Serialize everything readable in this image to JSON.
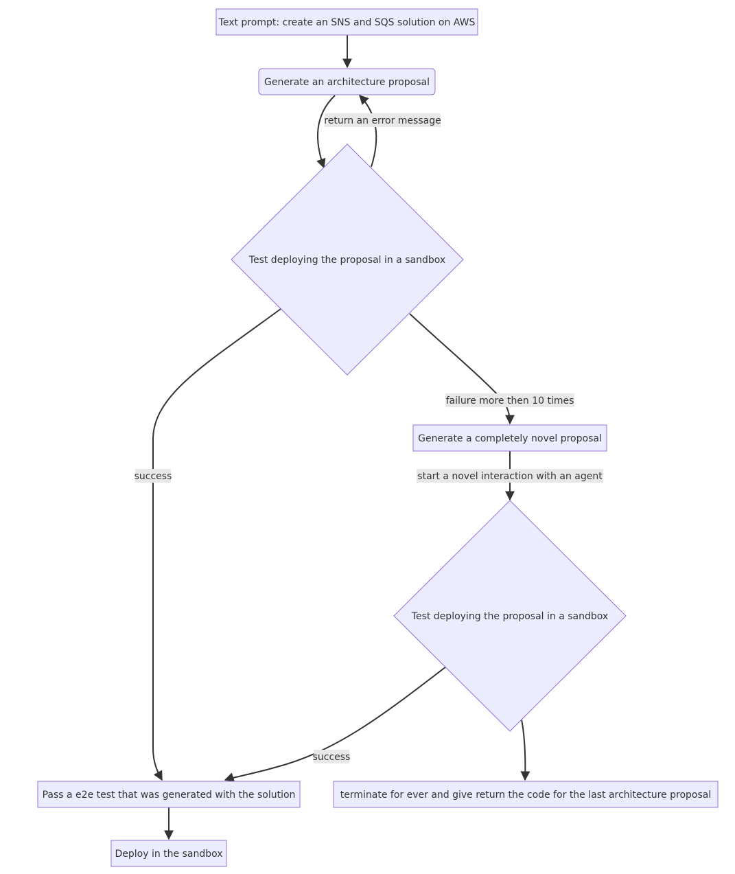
{
  "nodes": {
    "prompt": "Text prompt: create an SNS and SQS solution on AWS",
    "generate": "Generate an architecture proposal",
    "test1": "Test deploying the proposal in a sandbox",
    "novel": "Generate a completely novel proposal",
    "test2": "Test deploying the proposal in a sandbox",
    "e2e": "Pass a e2e test that was generated with the solution",
    "terminate": "terminate for ever and give return the code for the last architecture proposal",
    "deploy": "Deploy in the sandbox"
  },
  "edges": {
    "return_error": "return an error message",
    "failure": "failure more then 10 times",
    "success1": "success",
    "start_novel": "start a novel interaction with an agent",
    "success2": "success"
  },
  "colors": {
    "node_fill": "#ececff",
    "node_stroke": "#9370db",
    "edge": "#333333",
    "label_bg": "#e8e8e8"
  }
}
